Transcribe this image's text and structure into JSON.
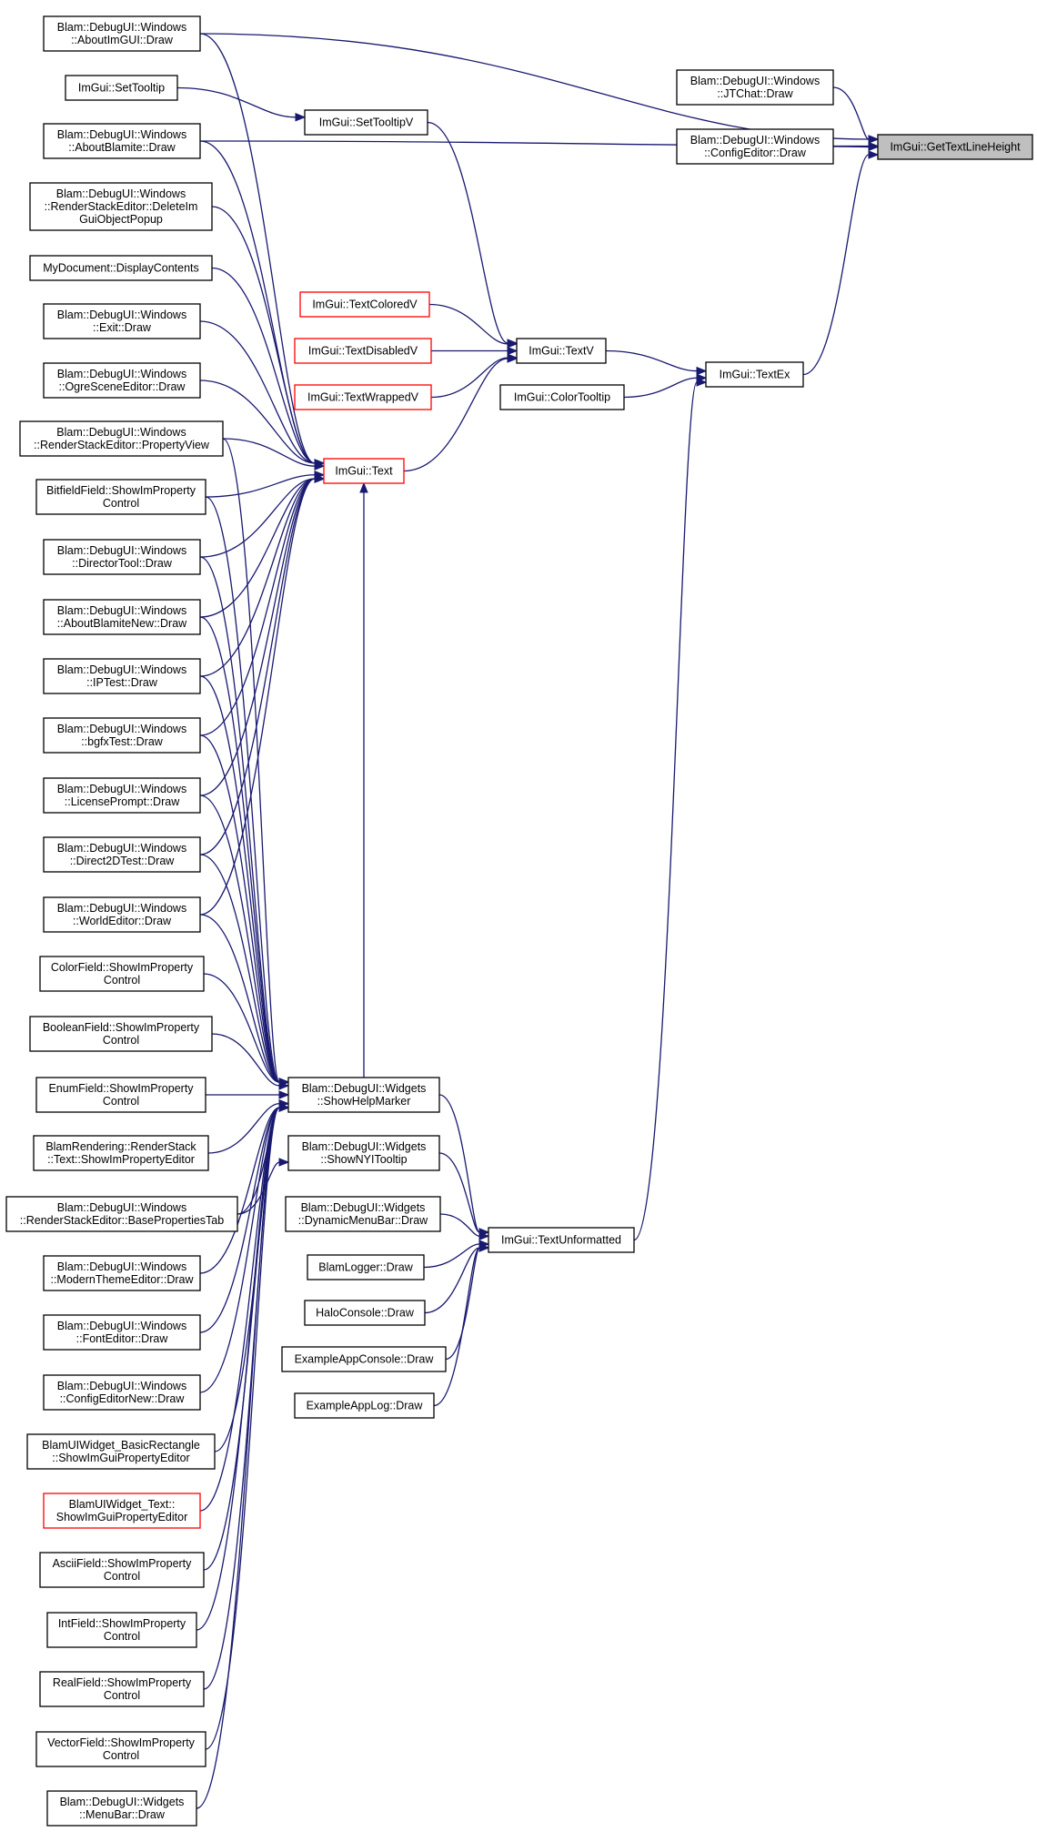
{
  "nodes": [
    {
      "id": "GetTextLineHeight",
      "lines": [
        "ImGui::GetTextLineHeight"
      ],
      "root": true
    },
    {
      "id": "JTChat",
      "lines": [
        "Blam::DebugUI::Windows",
        "::JTChat::Draw"
      ]
    },
    {
      "id": "ConfigEditor",
      "lines": [
        "Blam::DebugUI::Windows",
        "::ConfigEditor::Draw"
      ]
    },
    {
      "id": "TextEx",
      "lines": [
        "ImGui::TextEx"
      ]
    },
    {
      "id": "TextV",
      "lines": [
        "ImGui::TextV"
      ]
    },
    {
      "id": "ColorTooltip",
      "lines": [
        "ImGui::ColorTooltip"
      ]
    },
    {
      "id": "TextColoredV",
      "lines": [
        "ImGui::TextColoredV"
      ],
      "red": true
    },
    {
      "id": "TextDisabledV",
      "lines": [
        "ImGui::TextDisabledV"
      ],
      "red": true
    },
    {
      "id": "TextWrappedV",
      "lines": [
        "ImGui::TextWrappedV"
      ],
      "red": true
    },
    {
      "id": "SetTooltipV",
      "lines": [
        "ImGui::SetTooltipV"
      ]
    },
    {
      "id": "SetTooltip",
      "lines": [
        "ImGui::SetTooltip"
      ]
    },
    {
      "id": "Text",
      "lines": [
        "ImGui::Text"
      ],
      "red": true
    },
    {
      "id": "TextUnformatted",
      "lines": [
        "ImGui::TextUnformatted"
      ]
    },
    {
      "id": "ShowHelpMarker",
      "lines": [
        "Blam::DebugUI::Widgets",
        "::ShowHelpMarker"
      ]
    },
    {
      "id": "ShowNYITooltip",
      "lines": [
        "Blam::DebugUI::Widgets",
        "::ShowNYITooltip"
      ]
    },
    {
      "id": "DynamicMenuBar",
      "lines": [
        "Blam::DebugUI::Widgets",
        "::DynamicMenuBar::Draw"
      ]
    },
    {
      "id": "BlamLogger",
      "lines": [
        "BlamLogger::Draw"
      ]
    },
    {
      "id": "HaloConsole",
      "lines": [
        "HaloConsole::Draw"
      ]
    },
    {
      "id": "ExampleAppConsole",
      "lines": [
        "ExampleAppConsole::Draw"
      ]
    },
    {
      "id": "ExampleAppLog",
      "lines": [
        "ExampleAppLog::Draw"
      ]
    },
    {
      "id": "AboutImGUI",
      "lines": [
        "Blam::DebugUI::Windows",
        "::AboutImGUI::Draw"
      ]
    },
    {
      "id": "AboutBlamite",
      "lines": [
        "Blam::DebugUI::Windows",
        "::AboutBlamite::Draw"
      ]
    },
    {
      "id": "DeleteImGuiObjectPopup",
      "lines": [
        "Blam::DebugUI::Windows",
        "::RenderStackEditor::DeleteIm",
        "GuiObjectPopup"
      ]
    },
    {
      "id": "DisplayContents",
      "lines": [
        "MyDocument::DisplayContents"
      ]
    },
    {
      "id": "Exit",
      "lines": [
        "Blam::DebugUI::Windows",
        "::Exit::Draw"
      ]
    },
    {
      "id": "OgreSceneEditor",
      "lines": [
        "Blam::DebugUI::Windows",
        "::OgreSceneEditor::Draw"
      ]
    },
    {
      "id": "PropertyView",
      "lines": [
        "Blam::DebugUI::Windows",
        "::RenderStackEditor::PropertyView"
      ]
    },
    {
      "id": "BitfieldField",
      "lines": [
        "BitfieldField::ShowImProperty",
        "Control"
      ]
    },
    {
      "id": "DirectorTool",
      "lines": [
        "Blam::DebugUI::Windows",
        "::DirectorTool::Draw"
      ]
    },
    {
      "id": "AboutBlamiteNew",
      "lines": [
        "Blam::DebugUI::Windows",
        "::AboutBlamiteNew::Draw"
      ]
    },
    {
      "id": "IPTest",
      "lines": [
        "Blam::DebugUI::Windows",
        "::IPTest::Draw"
      ]
    },
    {
      "id": "bgfxTest",
      "lines": [
        "Blam::DebugUI::Windows",
        "::bgfxTest::Draw"
      ]
    },
    {
      "id": "LicensePrompt",
      "lines": [
        "Blam::DebugUI::Windows",
        "::LicensePrompt::Draw"
      ]
    },
    {
      "id": "Direct2DTest",
      "lines": [
        "Blam::DebugUI::Windows",
        "::Direct2DTest::Draw"
      ]
    },
    {
      "id": "WorldEditor",
      "lines": [
        "Blam::DebugUI::Windows",
        "::WorldEditor::Draw"
      ]
    },
    {
      "id": "ColorField",
      "lines": [
        "ColorField::ShowImProperty",
        "Control"
      ]
    },
    {
      "id": "BooleanField",
      "lines": [
        "BooleanField::ShowImProperty",
        "Control"
      ]
    },
    {
      "id": "EnumField",
      "lines": [
        "EnumField::ShowImProperty",
        "Control"
      ]
    },
    {
      "id": "RenderStackText",
      "lines": [
        "BlamRendering::RenderStack",
        "::Text::ShowImPropertyEditor"
      ]
    },
    {
      "id": "BasePropertiesTab",
      "lines": [
        "Blam::DebugUI::Windows",
        "::RenderStackEditor::BasePropertiesTab"
      ]
    },
    {
      "id": "ModernThemeEditor",
      "lines": [
        "Blam::DebugUI::Windows",
        "::ModernThemeEditor::Draw"
      ]
    },
    {
      "id": "FontEditor",
      "lines": [
        "Blam::DebugUI::Windows",
        "::FontEditor::Draw"
      ]
    },
    {
      "id": "ConfigEditorNew",
      "lines": [
        "Blam::DebugUI::Windows",
        "::ConfigEditorNew::Draw"
      ]
    },
    {
      "id": "BasicRectangle",
      "lines": [
        "BlamUIWidget_BasicRectangle",
        "::ShowImGuiPropertyEditor"
      ]
    },
    {
      "id": "WidgetText",
      "lines": [
        "BlamUIWidget_Text::",
        "ShowImGuiPropertyEditor"
      ],
      "red": true
    },
    {
      "id": "AsciiField",
      "lines": [
        "AsciiField::ShowImProperty",
        "Control"
      ]
    },
    {
      "id": "IntField",
      "lines": [
        "IntField::ShowImProperty",
        "Control"
      ]
    },
    {
      "id": "RealField",
      "lines": [
        "RealField::ShowImProperty",
        "Control"
      ]
    },
    {
      "id": "VectorField",
      "lines": [
        "VectorField::ShowImProperty",
        "Control"
      ]
    },
    {
      "id": "MenuBar",
      "lines": [
        "Blam::DebugUI::Widgets",
        "::MenuBar::Draw"
      ]
    }
  ],
  "edges": [
    {
      "from": "JTChat",
      "to": "GetTextLineHeight"
    },
    {
      "from": "ConfigEditor",
      "to": "GetTextLineHeight"
    },
    {
      "from": "TextEx",
      "to": "GetTextLineHeight"
    },
    {
      "from": "AboutImGUI",
      "to": "GetTextLineHeight"
    },
    {
      "from": "AboutBlamite",
      "to": "GetTextLineHeight"
    },
    {
      "from": "TextV",
      "to": "TextEx"
    },
    {
      "from": "ColorTooltip",
      "to": "TextEx"
    },
    {
      "from": "TextUnformatted",
      "to": "TextEx"
    },
    {
      "from": "TextColoredV",
      "to": "TextV"
    },
    {
      "from": "TextDisabledV",
      "to": "TextV"
    },
    {
      "from": "TextWrappedV",
      "to": "TextV"
    },
    {
      "from": "SetTooltipV",
      "to": "TextV"
    },
    {
      "from": "Text",
      "to": "TextV"
    },
    {
      "from": "SetTooltip",
      "to": "SetTooltipV"
    },
    {
      "from": "AboutImGUI",
      "to": "Text"
    },
    {
      "from": "AboutBlamite",
      "to": "Text"
    },
    {
      "from": "DeleteImGuiObjectPopup",
      "to": "Text"
    },
    {
      "from": "DisplayContents",
      "to": "Text"
    },
    {
      "from": "Exit",
      "to": "Text"
    },
    {
      "from": "OgreSceneEditor",
      "to": "Text"
    },
    {
      "from": "PropertyView",
      "to": "Text"
    },
    {
      "from": "BitfieldField",
      "to": "Text"
    },
    {
      "from": "DirectorTool",
      "to": "Text"
    },
    {
      "from": "AboutBlamiteNew",
      "to": "Text"
    },
    {
      "from": "IPTest",
      "to": "Text"
    },
    {
      "from": "bgfxTest",
      "to": "Text"
    },
    {
      "from": "LicensePrompt",
      "to": "Text"
    },
    {
      "from": "Direct2DTest",
      "to": "Text"
    },
    {
      "from": "WorldEditor",
      "to": "Text"
    },
    {
      "from": "ShowHelpMarker",
      "to": "Text"
    },
    {
      "from": "ShowHelpMarker",
      "to": "TextUnformatted"
    },
    {
      "from": "ShowNYITooltip",
      "to": "TextUnformatted"
    },
    {
      "from": "DynamicMenuBar",
      "to": "TextUnformatted"
    },
    {
      "from": "BlamLogger",
      "to": "TextUnformatted"
    },
    {
      "from": "HaloConsole",
      "to": "TextUnformatted"
    },
    {
      "from": "ExampleAppConsole",
      "to": "TextUnformatted"
    },
    {
      "from": "ExampleAppLog",
      "to": "TextUnformatted"
    },
    {
      "from": "PropertyView",
      "to": "ShowHelpMarker"
    },
    {
      "from": "BitfieldField",
      "to": "ShowHelpMarker"
    },
    {
      "from": "DirectorTool",
      "to": "ShowHelpMarker"
    },
    {
      "from": "AboutBlamiteNew",
      "to": "ShowHelpMarker"
    },
    {
      "from": "IPTest",
      "to": "ShowHelpMarker"
    },
    {
      "from": "bgfxTest",
      "to": "ShowHelpMarker"
    },
    {
      "from": "LicensePrompt",
      "to": "ShowHelpMarker"
    },
    {
      "from": "Direct2DTest",
      "to": "ShowHelpMarker"
    },
    {
      "from": "WorldEditor",
      "to": "ShowHelpMarker"
    },
    {
      "from": "ColorField",
      "to": "ShowHelpMarker"
    },
    {
      "from": "BooleanField",
      "to": "ShowHelpMarker"
    },
    {
      "from": "EnumField",
      "to": "ShowHelpMarker"
    },
    {
      "from": "RenderStackText",
      "to": "ShowHelpMarker"
    },
    {
      "from": "BasePropertiesTab",
      "to": "ShowHelpMarker"
    },
    {
      "from": "ModernThemeEditor",
      "to": "ShowHelpMarker"
    },
    {
      "from": "FontEditor",
      "to": "ShowHelpMarker"
    },
    {
      "from": "ConfigEditorNew",
      "to": "ShowHelpMarker"
    },
    {
      "from": "BasicRectangle",
      "to": "ShowHelpMarker"
    },
    {
      "from": "WidgetText",
      "to": "ShowHelpMarker"
    },
    {
      "from": "AsciiField",
      "to": "ShowHelpMarker"
    },
    {
      "from": "IntField",
      "to": "ShowHelpMarker"
    },
    {
      "from": "RealField",
      "to": "ShowHelpMarker"
    },
    {
      "from": "VectorField",
      "to": "ShowHelpMarker"
    },
    {
      "from": "MenuBar",
      "to": "ShowHelpMarker"
    },
    {
      "from": "BasePropertiesTab",
      "to": "ShowNYITooltip"
    }
  ]
}
